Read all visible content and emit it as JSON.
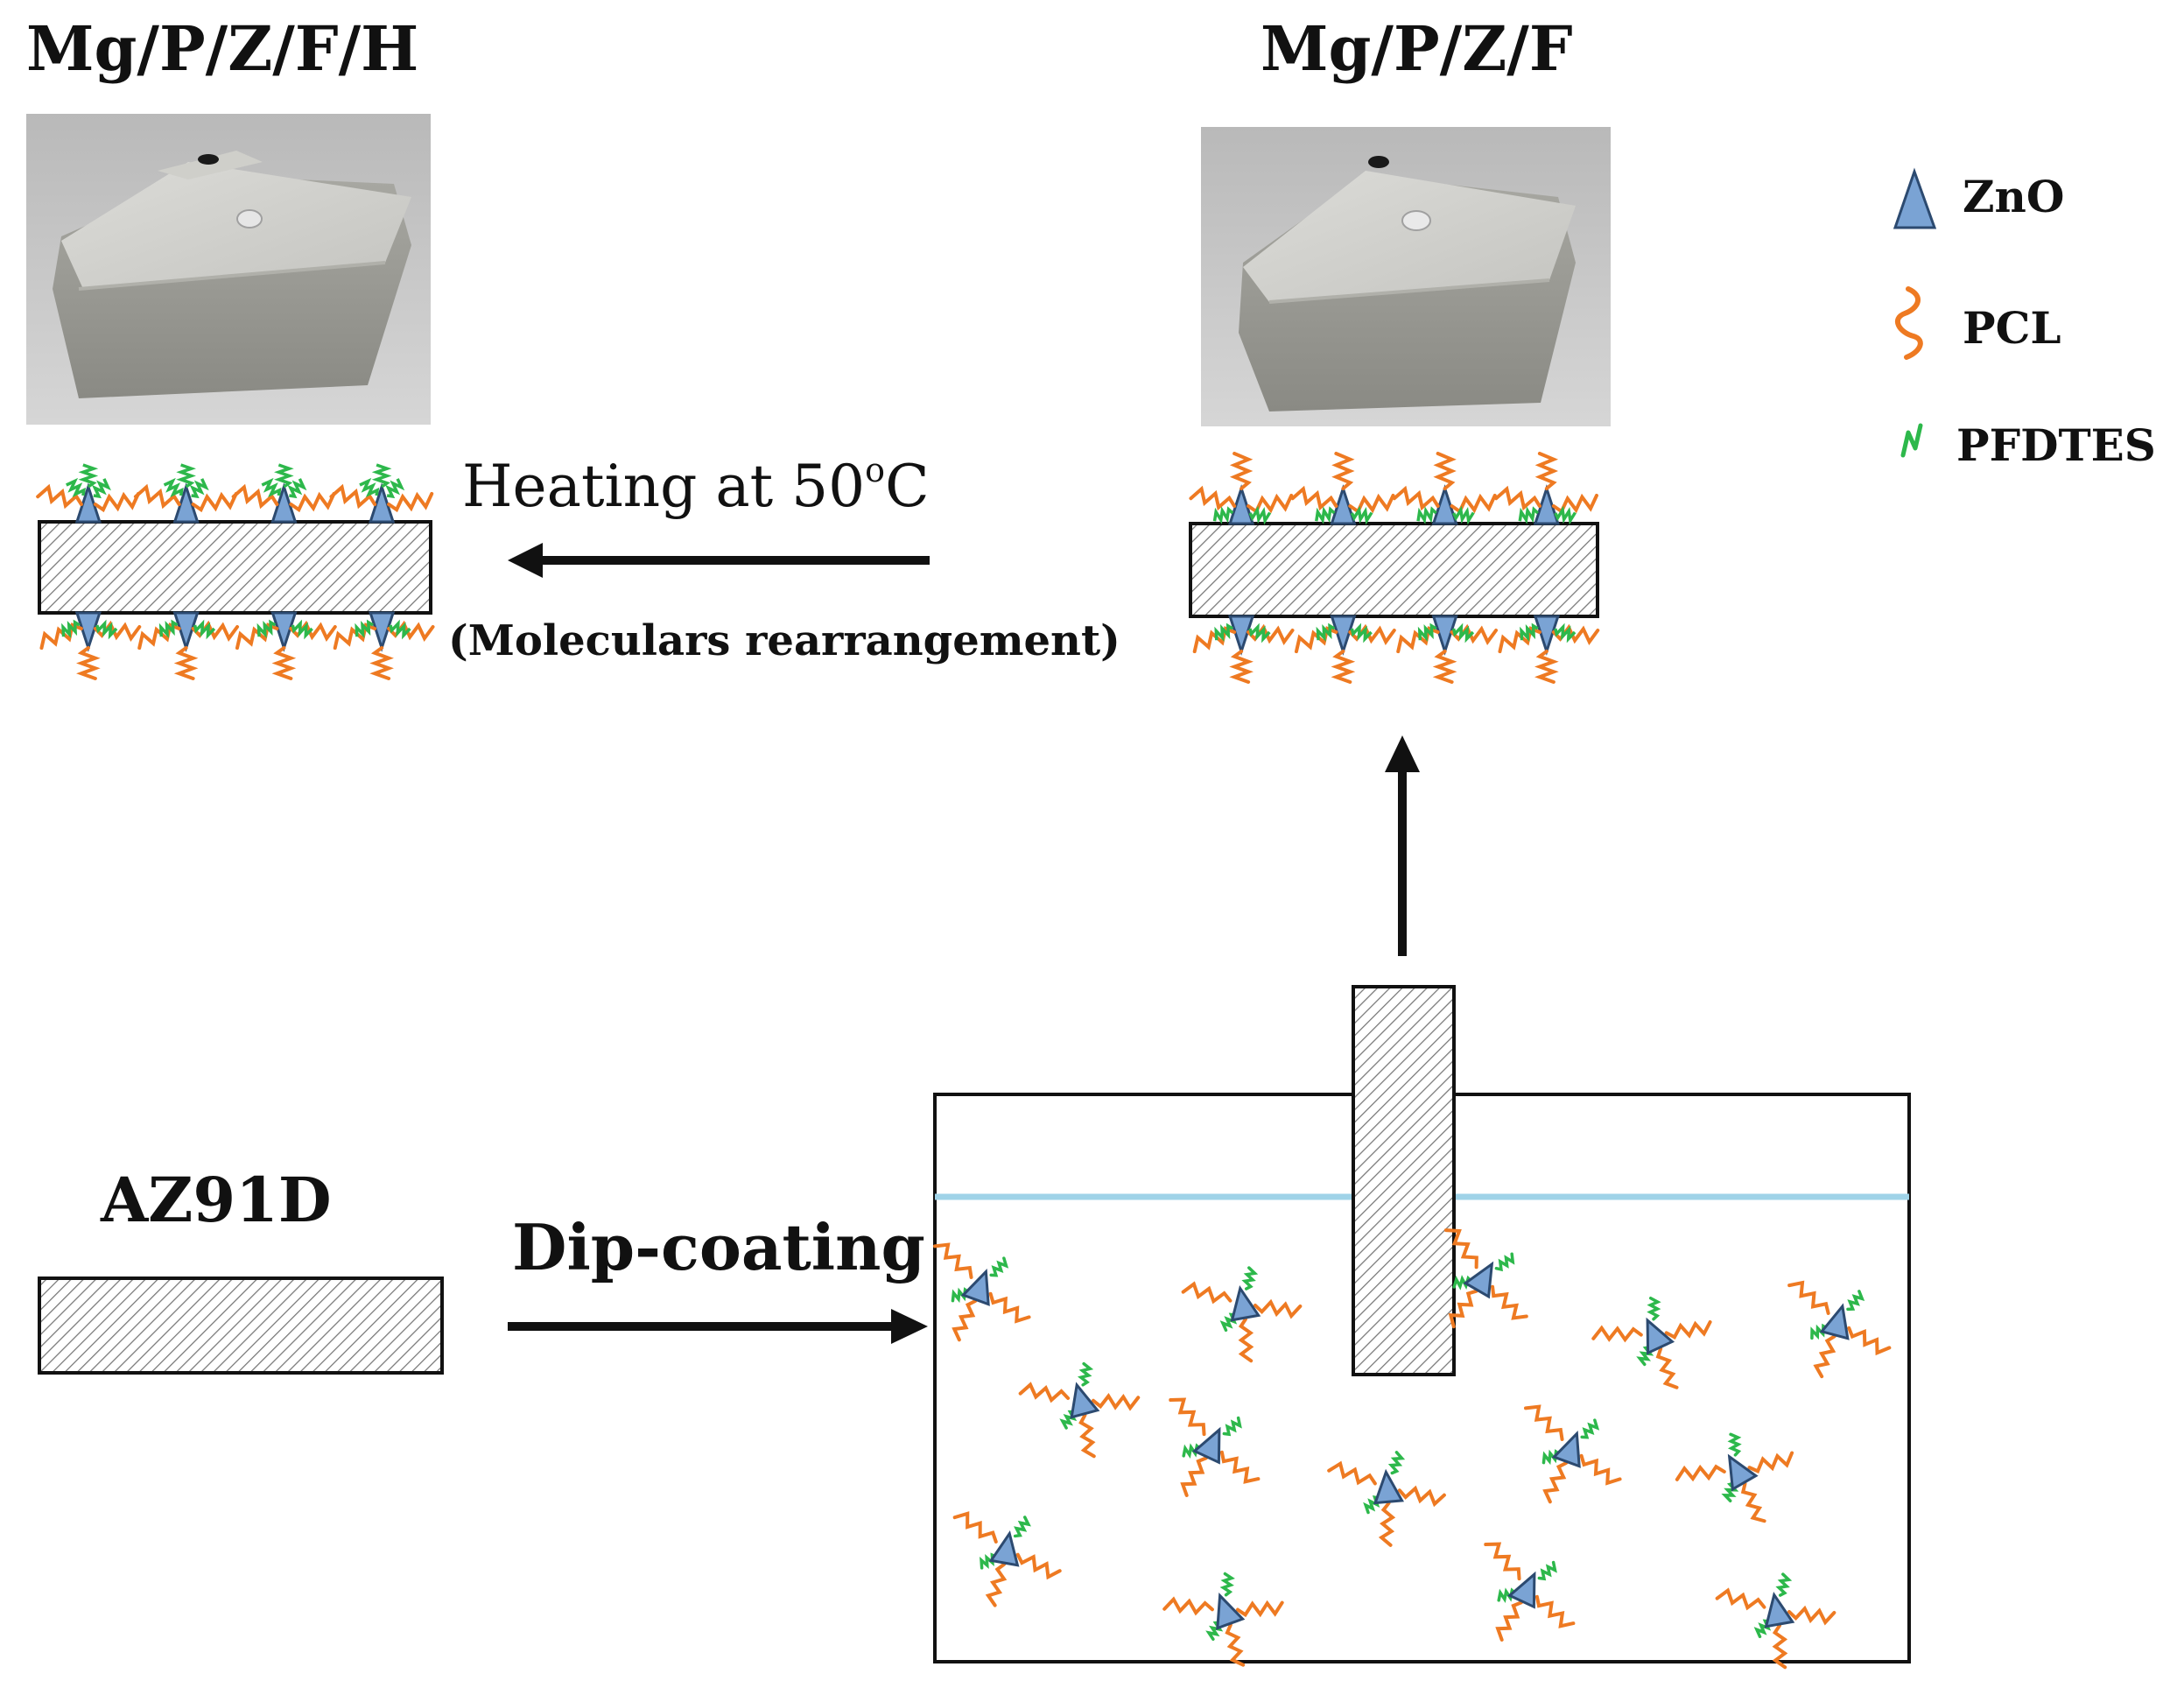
{
  "labels": {
    "heated_sample": "Mg/P/Z/F/H",
    "coated_sample": "Mg/P/Z/F",
    "substrate": "AZ91D",
    "heating_text": "Heating at 50",
    "heating_degree": "o",
    "heating_unit": "C",
    "rearrangement": "(Moleculars rearrangement)",
    "dip_coating": "Dip-coating"
  },
  "legend": [
    {
      "label": "ZnO",
      "icon": "zno-triangle-icon",
      "color": "#7aa3d4"
    },
    {
      "label": "PCL",
      "icon": "pcl-chain-icon",
      "color": "#ee7a22"
    },
    {
      "label": "PFDTES",
      "icon": "pfdtes-chain-icon",
      "color": "#2db84b"
    }
  ],
  "colors": {
    "zno": "#7aa3d4",
    "pcl": "#ee7a22",
    "pfdtes": "#2db84b",
    "solution_surface": "#9fd3e8",
    "outline": "#111111"
  }
}
